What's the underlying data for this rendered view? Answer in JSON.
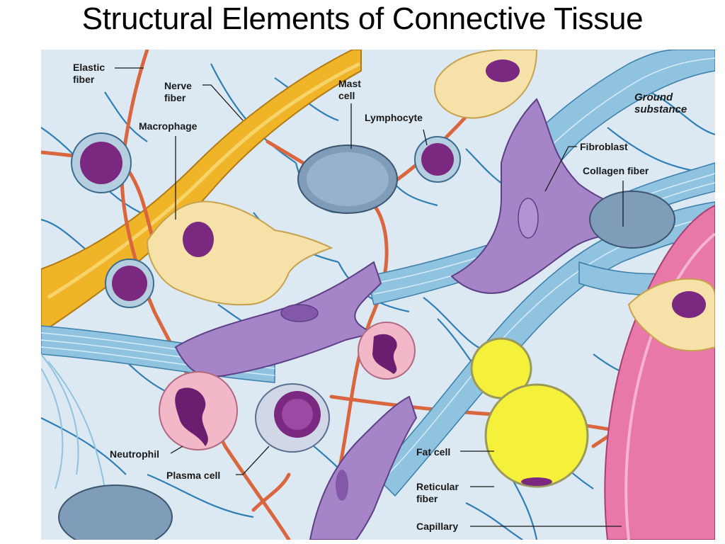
{
  "title": "Structural Elements of Connective Tissue",
  "colors": {
    "ground_substance": "#dde9f2",
    "elastic_fiber": "#d9663e",
    "nerve_fiber": "#f0b429",
    "collagen_fiber": "#8fc3e0",
    "reticular_fiber": "#2f7fb5",
    "fibroblast": "#a585c8",
    "macrophage": "#f6e2a8",
    "fat_cell": "#f5f03a",
    "capillary": "#e878a8",
    "nucleus": "#7a2880"
  },
  "labels": {
    "elastic_fiber": "Elastic\nfiber",
    "nerve_fiber": "Nerve\nfiber",
    "macrophage": "Macrophage",
    "mast_cell": "Mast\ncell",
    "lymphocyte": "Lymphocyte",
    "ground_substance": "Ground\nsubstance",
    "fibroblast": "Fibroblast",
    "collagen_fiber": "Collagen fiber",
    "neutrophil": "Neutrophil",
    "plasma_cell": "Plasma cell",
    "fat_cell": "Fat cell",
    "reticular_fiber": "Reticular\nfiber",
    "capillary": "Capillary"
  }
}
